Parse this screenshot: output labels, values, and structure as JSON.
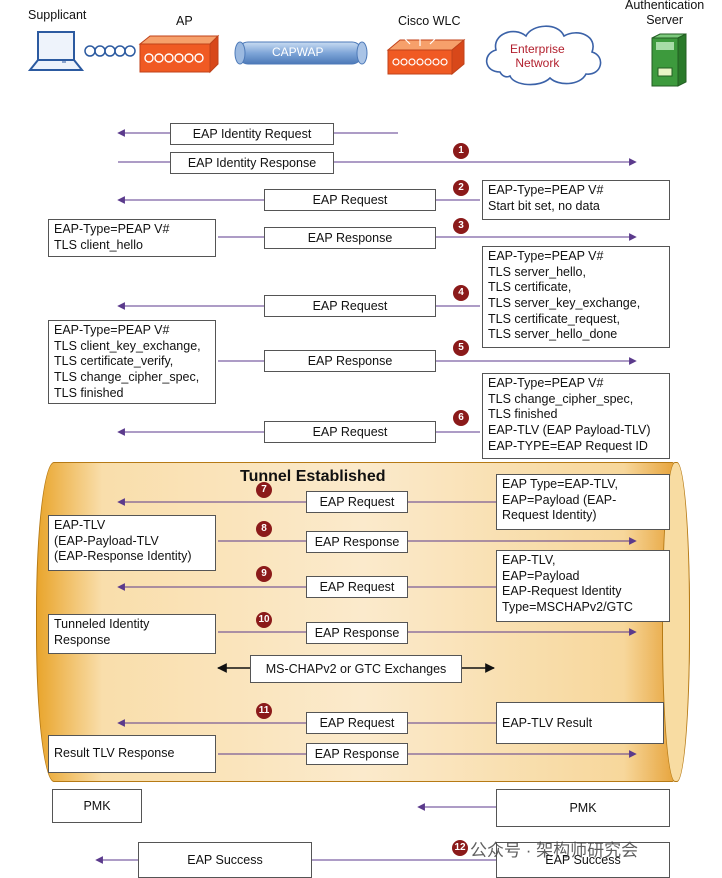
{
  "header": {
    "supplicant": "Supplicant",
    "ap": "AP",
    "capwap": "CAPWAP",
    "wlc": "Cisco WLC",
    "network": "Enterprise\nNetwork",
    "auth_server": "Authentication\nServer"
  },
  "messages": {
    "identity_request": "EAP Identity Request",
    "identity_response": "EAP Identity Response",
    "eap_request": "EAP Request",
    "eap_response": "EAP Response",
    "ms_chap": "MS-CHAPv2 or GTC Exchanges",
    "pmk": "PMK",
    "eap_success": "EAP Success"
  },
  "steps": [
    "1",
    "2",
    "3",
    "4",
    "5",
    "6",
    "7",
    "8",
    "9",
    "10",
    "11",
    "12"
  ],
  "tunnel_title": "Tunnel Established",
  "server_notes": {
    "s2": [
      "EAP-Type=PEAP V#",
      "Start bit set, no data"
    ],
    "s4": [
      "EAP-Type=PEAP V#",
      "TLS server_hello,",
      "TLS certificate,",
      "TLS server_key_exchange,",
      "TLS certificate_request,",
      "TLS server_hello_done"
    ],
    "s6": [
      "EAP-Type=PEAP V#",
      "TLS change_cipher_spec,",
      "TLS finished",
      "EAP-TLV (EAP Payload-TLV)",
      "EAP-TYPE=EAP Request ID"
    ],
    "s7": [
      "EAP Type=EAP-TLV,",
      "EAP=Payload (EAP-",
      "Request Identity)"
    ],
    "s9": [
      "EAP-TLV,",
      "EAP=Payload",
      "EAP-Request Identity",
      "Type=MSCHAPv2/GTC"
    ],
    "s11": [
      "EAP-TLV Result"
    ]
  },
  "client_notes": {
    "c3": [
      "EAP-Type=PEAP V#",
      "TLS client_hello"
    ],
    "c5": [
      "EAP-Type=PEAP V#",
      "TLS client_key_exchange,",
      "TLS certificate_verify,",
      "TLS change_cipher_spec,",
      "TLS finished"
    ],
    "c8": [
      "EAP-TLV",
      "(EAP-Payload-TLV",
      "(EAP-Response Identity)"
    ],
    "c10": [
      "Tunneled Identity",
      "Response"
    ],
    "c11": [
      "Result TLV Response"
    ]
  },
  "watermark": "公众号 · 架构师研究会"
}
